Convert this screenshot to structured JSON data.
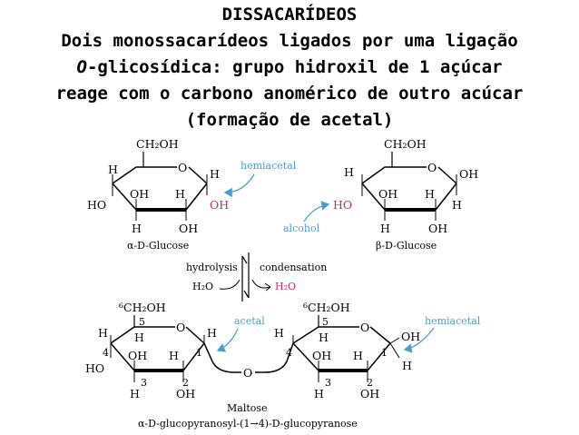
{
  "heading": {
    "title": "DISSACARÍDEOS",
    "line1": "Dois monossacarídeos ligados por uma ligação",
    "line2_prefix": "O",
    "line2_rest": "-glicosídica: grupo hidroxil de 1 açúcar",
    "line3": "reage com o carbono anomérico de outro acúcar",
    "line4": "(formação de acetal)"
  },
  "labels": {
    "ch2oh": "CH₂OH",
    "ch2oh_numbered": "⁶CH₂OH",
    "o": "O",
    "h": "H",
    "oh": "OH",
    "ho": "HO",
    "hemiacetal": "hemiacetal",
    "alcohol": "alcohol",
    "acetal": "acetal",
    "hydrolysis": "hydrolysis",
    "condensation": "condensation",
    "water": "H₂O",
    "alpha_glucose": "α-D-Glucose",
    "beta_glucose": "β-D-Glucose",
    "maltose": "Maltose",
    "maltose_full": "α-D-glucopyranosyl-(1→4)-D-glucopyranose"
  },
  "carbon_numbers": [
    "1",
    "2",
    "3",
    "4",
    "5"
  ],
  "colors": {
    "pink": "#d6246e",
    "arrow_blue": "#4a9fc8"
  }
}
